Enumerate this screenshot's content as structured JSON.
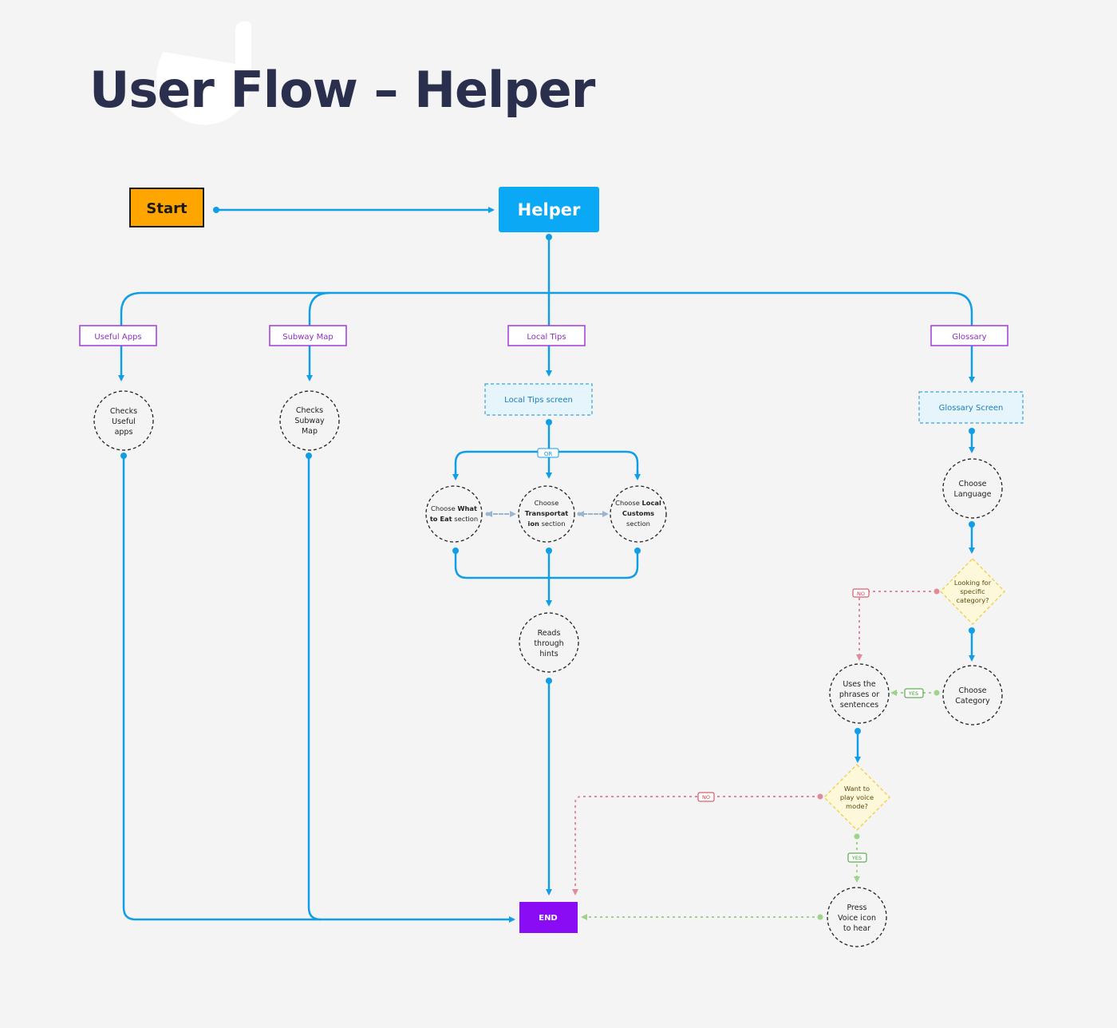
{
  "title": "User Flow – Helper",
  "colors": {
    "flow": "#109ee6",
    "start_fill": "#ffa500",
    "helper_fill": "#0aa8f5",
    "end_fill": "#8a0cf5",
    "label_border": "#a23bd8",
    "label_text": "#8a2fc0",
    "screen_fill": "#e6f4fc",
    "screen_border": "#3aa3d8",
    "screen_text": "#1a7fb8",
    "decision_fill": "#fdf8da",
    "decision_border": "#f2cd3f",
    "no_color": "#e08b9b",
    "no_text": "#d23a4c",
    "yes_color": "#9fd38c",
    "yes_text": "#3a9c2c",
    "dash_gray": "#9ab6cf"
  },
  "nodes": {
    "start": "Start",
    "helper": "Helper",
    "end": "END",
    "useful_apps": "Useful Apps",
    "subway_map": "Subway Map",
    "local_tips": "Local Tips",
    "glossary": "Glossary",
    "local_tips_screen": "Local Tips screen",
    "glossary_screen": "Glossary Screen",
    "checks_useful_apps": [
      "Checks",
      "Useful",
      "apps"
    ],
    "checks_subway_map": [
      "Checks",
      "Subway",
      "Map"
    ],
    "choose_what_to_eat": [
      [
        {
          "t": "Choose ",
          "b": false
        },
        {
          "t": "What",
          "b": true
        }
      ],
      [
        {
          "t": "to Eat",
          "b": true
        },
        {
          "t": " section",
          "b": false
        }
      ]
    ],
    "choose_transportation": [
      [
        {
          "t": "Choose",
          "b": false
        }
      ],
      [
        {
          "t": "Transportat",
          "b": true
        }
      ],
      [
        {
          "t": "ion",
          "b": true
        },
        {
          "t": " section",
          "b": false
        }
      ]
    ],
    "choose_local_customs": [
      [
        {
          "t": "Choose ",
          "b": false
        },
        {
          "t": "Local",
          "b": true
        }
      ],
      [
        {
          "t": "Customs",
          "b": true
        }
      ],
      [
        {
          "t": "section",
          "b": false
        }
      ]
    ],
    "reads_hints": [
      "Reads",
      "through",
      "hints"
    ],
    "choose_language": [
      "Choose",
      "Language"
    ],
    "looking_category": [
      "Looking for",
      "specific",
      "category?"
    ],
    "choose_category": [
      "Choose",
      "Category"
    ],
    "uses_phrases": [
      "Uses the",
      "phrases or",
      "sentences"
    ],
    "want_voice": [
      "Want to",
      "play voice",
      "mode?"
    ],
    "press_voice": [
      "Press",
      "Voice icon",
      "to hear"
    ]
  },
  "tags": {
    "or": "OR",
    "no1": "NO",
    "no2": "NO",
    "yes1": "YES",
    "yes2": "YES"
  }
}
